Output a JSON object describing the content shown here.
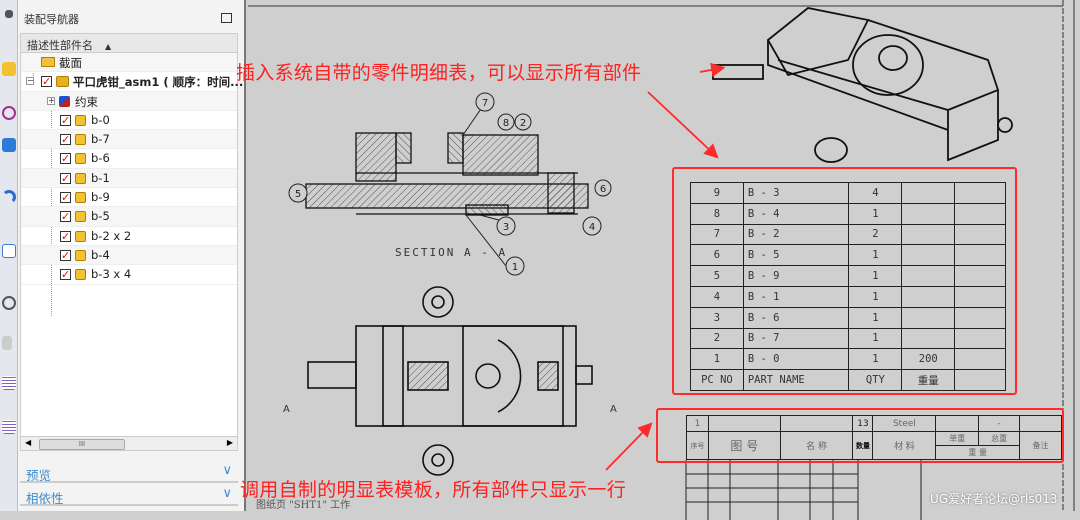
{
  "navigator": {
    "title": "装配导航器",
    "column_header": "描述性部件名",
    "tree": [
      {
        "label": "截面",
        "type": "folder"
      },
      {
        "label": "平口虎钳_asm1 ( 顺序：时间...",
        "type": "assembly",
        "checked": true
      },
      {
        "label": "约束",
        "type": "constraints"
      },
      {
        "label": "b-0",
        "checked": true
      },
      {
        "label": "b-7",
        "checked": true
      },
      {
        "label": "b-6",
        "checked": true
      },
      {
        "label": "b-1",
        "checked": true
      },
      {
        "label": "b-9",
        "checked": true
      },
      {
        "label": "b-5",
        "checked": true
      },
      {
        "label": "b-2 x 2",
        "checked": true
      },
      {
        "label": "b-4",
        "checked": true
      },
      {
        "label": "b-3 x 4",
        "checked": true
      }
    ],
    "scroll_thumb": "III",
    "sections": [
      {
        "label": "预览",
        "icon": "chevron-down-icon"
      },
      {
        "label": "相依性",
        "icon": "chevron-down-icon"
      }
    ]
  },
  "drawing": {
    "section_label": "SECTION  A - A",
    "view_marks": [
      "A",
      "A"
    ],
    "balloons": [
      "7",
      "8",
      "2",
      "5",
      "6",
      "3",
      "4",
      "1"
    ],
    "status": "图纸页 \"SHT1\" 工作",
    "watermark": "UG爱好者论坛@rls013"
  },
  "annotations": {
    "top_note": "插入系统自带的零件明细表，可以显示所有部件",
    "bottom_note": "调用自制的明显表模板，所有部件只显示一行",
    "color": "#ff2020"
  },
  "parts_list": {
    "rows": [
      [
        "9",
        "B - 3",
        "4",
        "",
        ""
      ],
      [
        "8",
        "B - 4",
        "1",
        "",
        ""
      ],
      [
        "7",
        "B - 2",
        "2",
        "",
        ""
      ],
      [
        "6",
        "B - 5",
        "1",
        "",
        ""
      ],
      [
        "5",
        "B - 9",
        "1",
        "",
        ""
      ],
      [
        "4",
        "B - 1",
        "1",
        "",
        ""
      ],
      [
        "3",
        "B - 6",
        "1",
        "",
        ""
      ],
      [
        "2",
        "B - 7",
        "1",
        "",
        ""
      ],
      [
        "1",
        "B - 0",
        "1",
        "200",
        ""
      ]
    ],
    "header": [
      "PC  NO",
      "PART  NAME",
      "QTY",
      "重量",
      ""
    ]
  },
  "custom_table": {
    "row": [
      "1",
      "",
      "",
      "13",
      "Steel",
      "",
      "-",
      ""
    ],
    "headers": {
      "seq": "序号",
      "drawing_no": "图        号",
      "name": "名    称",
      "qty": "数量",
      "material": "材    料",
      "unit_weight": "单重",
      "total_weight": "总重",
      "weight": "重    量",
      "remark": "备注"
    }
  }
}
